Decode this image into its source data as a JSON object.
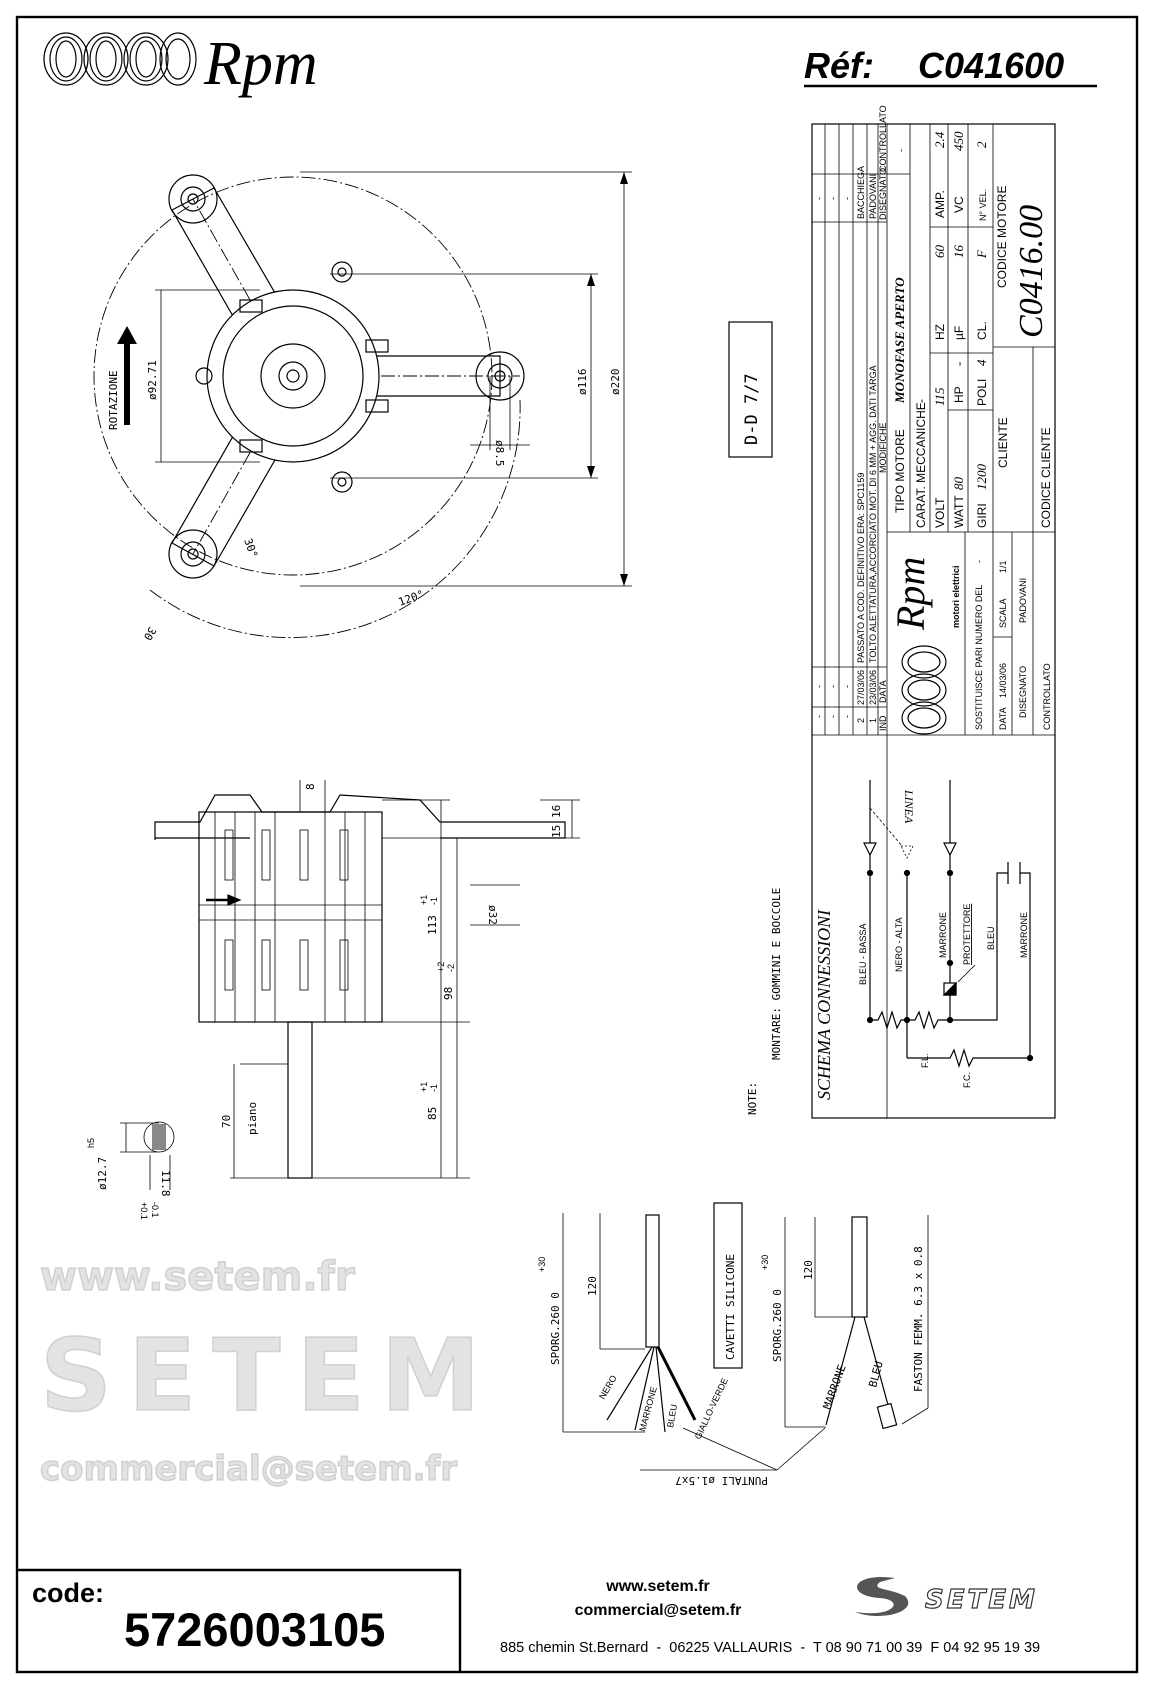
{
  "header": {
    "logo_text": "Rpm",
    "ref_label": "Réf:",
    "ref_value": "C041600"
  },
  "top_view": {
    "rotation_label": "ROTAZIONE",
    "dim_inner": "ø92.71",
    "dim_mid": "ø116",
    "dim_outer": "ø220",
    "dim_hole": "ø8.5",
    "angle_30": "30°",
    "angle_120": "120°",
    "dim_arm": "30"
  },
  "section_label": "D-D 7/7",
  "side_view": {
    "dim_8": "8",
    "dim_15": "15",
    "dim_16": "16",
    "dim_32": "ø32",
    "dim_113": "113",
    "tol_113_up": "+1",
    "tol_113_dn": "-1",
    "dim_98": "98",
    "tol_98_up": "+2",
    "tol_98_dn": "-2",
    "dim_85": "85",
    "tol_85_up": "+1",
    "tol_85_dn": "-1",
    "dim_70": "70",
    "flat_label": "piano",
    "shaft_dia": "ø12.7",
    "shaft_fit": "h5",
    "flat_dim": "11.8",
    "flat_tol_dn": "-0.1",
    "flat_tol_up": "+0.1"
  },
  "notes": {
    "label": "NOTE:",
    "text": "MONTARE: GOMMINI E BOCCOLE"
  },
  "cables": {
    "box_label": "CAVETTI SILICONE",
    "left": {
      "length_label": "SPORG.260 0",
      "length_tol": "+30",
      "jacket_len": "120",
      "wires": [
        "NERO",
        "MARRONE",
        "BLEU",
        "GIALLO-VERDE"
      ]
    },
    "right": {
      "length_label": "SPORG.260 0",
      "length_tol": "+30",
      "jacket_len": "120",
      "wires": [
        "MARRONE",
        "BLEU"
      ],
      "faston_label": "FASTON FEMM. 6.3 x 0.8"
    },
    "tips_label": "PUNTALI ø1.5x7"
  },
  "title_block": {
    "revisions": [
      {
        "ind": "-",
        "data": "-",
        "modifiche": "",
        "disegnato": "-",
        "controllato": ""
      },
      {
        "ind": "-",
        "data": "-",
        "modifiche": "",
        "disegnato": "-",
        "controllato": ""
      },
      {
        "ind": "-",
        "data": "-",
        "modifiche": "",
        "disegnato": "-",
        "controllato": ""
      },
      {
        "ind": "2",
        "data": "27/03/06",
        "modifiche": "PASSATO A COD. DEFINITIVO ERA: SPC1159",
        "disegnato": "BACCHIEGA",
        "controllato": ""
      },
      {
        "ind": "1",
        "data": "23/03/06",
        "modifiche": "TOLTO ALETTATURA,ACCORCIATO MOT. DI 6 MM + AGG. DATI TARGA",
        "disegnato": "PADOVANI",
        "controllato": ""
      }
    ],
    "headers": {
      "ind": "IND",
      "data": "DATA",
      "modifiche": "MODIFICHE",
      "disegnato": "DISEGNATO",
      "controllato": "CONTROLLATO"
    },
    "company_logo_text": "Rpm",
    "company_subtitle": "motori elettrici",
    "tipo_motore_label": "TIPO MOTORE",
    "tipo_motore_value": "MONOFASE APERTO",
    "carat_label": "CARAT. MECCANICHE",
    "carat_value": "-",
    "controllato_value": "-",
    "specs": {
      "volt_label": "VOLT",
      "volt": "115",
      "hz_label": "HZ",
      "hz": "60",
      "amp_label": "AMP.",
      "amp": "2.4",
      "watt_label": "WATT",
      "watt": "80",
      "hp_label": "HP",
      "hp": "-",
      "uf_label": "µF",
      "uf": "16",
      "vc_label": "VC",
      "vc": "450",
      "giri_label": "GIRI",
      "giri": "1200",
      "poli_label": "POLI",
      "poli": "4",
      "cl_label": "CL.",
      "cl": "F",
      "nvel_label": "N° VEL.",
      "nvel": "2"
    },
    "sostituisce_label": "SOSTITUISCE PARI NUMERO DEL",
    "sostituisce_value": "-",
    "data_label": "DATA",
    "data_value": "14/03/06",
    "scala_label": "SCALA",
    "scala_value": "1/1",
    "disegnato_label": "DISEGNATO",
    "disegnato_value": "PADOVANI",
    "controllato_label": "CONTROLLATO",
    "cliente_label": "CLIENTE",
    "codice_cliente_label": "CODICE CLIENTE",
    "codice_motore_label": "CODICE MOTORE",
    "codice_motore_value": "C0416.00"
  },
  "schema": {
    "title": "SCHEMA CONNESSIONI",
    "linea_label": "LINEA",
    "wires": [
      "BLEU - BASSA",
      "NERO - ALTA",
      "MARRONE",
      "PROTETTORE",
      "BLEU",
      "MARRONE"
    ],
    "fl_label": "F.L.",
    "fc_label": "F.C."
  },
  "watermark": {
    "site": "www.setem.fr",
    "brand": "SETEM",
    "email": "commercial@setem.fr"
  },
  "footer": {
    "code_label": "code:",
    "code_value": "5726003105",
    "website": "www.setem.fr",
    "email": "commercial@setem.fr",
    "address": "885 chemin St.Bernard  -  06225 VALLAURIS  -  T 08 90 71 00 39  F 04 92 95 19 39",
    "setem_logo_text": "SETEM"
  }
}
